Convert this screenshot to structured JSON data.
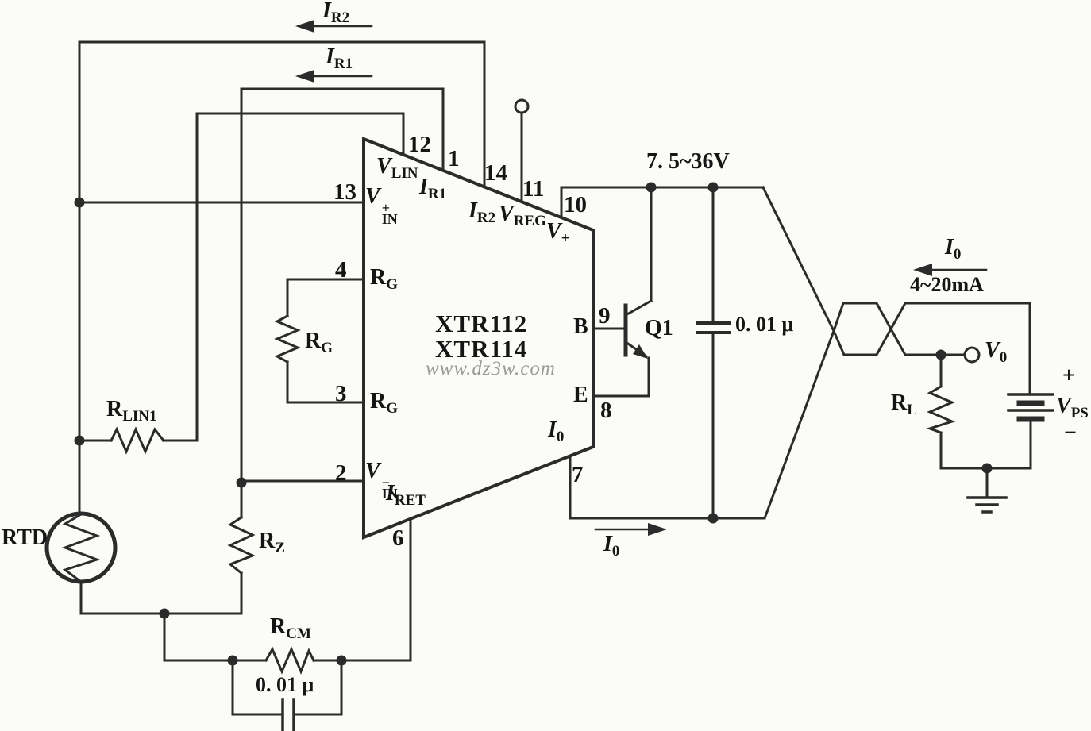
{
  "colors": {
    "wire": "#2b2b2b",
    "label": "#151515",
    "watermark": "#9a9a9a",
    "background": "#fbfbf8"
  },
  "feedback": {
    "ir2": {
      "sym": "I",
      "sub": "R2"
    },
    "ir1": {
      "sym": "I",
      "sub": "R1"
    }
  },
  "supply": {
    "range": "7. 5~36V",
    "cap_value": "0. 01 μ"
  },
  "ic": {
    "name_line1": "XTR112",
    "name_line2": "XTR114",
    "watermark": "www.dz3w.com",
    "pins": {
      "p12": {
        "num": "12",
        "sym": "V",
        "sub": "LIN"
      },
      "p1": {
        "num": "1",
        "sym": "I",
        "sub": "R1"
      },
      "p14": {
        "num": "14",
        "sym": "I",
        "sub": "R2"
      },
      "p11": {
        "num": "11",
        "sym": "V",
        "sub": "REG"
      },
      "p10": {
        "num": "10",
        "sym": "V",
        "sub": "+"
      },
      "p13": {
        "num": "13",
        "sym": "V",
        "sub": "IN",
        "sup": "+"
      },
      "p4": {
        "num": "4",
        "sym": "R",
        "sub": "G"
      },
      "p3": {
        "num": "3",
        "sym": "R",
        "sub": "G"
      },
      "p2": {
        "num": "2",
        "sym": "V",
        "sub": "IN",
        "sup": "−"
      },
      "p6": {
        "num": "6",
        "sym": "I",
        "sub": "RET"
      },
      "p7": {
        "num": "7",
        "sym": "I",
        "sub": "0"
      },
      "p9": {
        "num": "9",
        "name": "B"
      },
      "p8": {
        "num": "8",
        "name": "E"
      }
    }
  },
  "transistor": {
    "label": "Q1"
  },
  "components": {
    "rtd": {
      "label": "RTD"
    },
    "rlin1": {
      "sym": "R",
      "sub": "LIN1"
    },
    "rz": {
      "sym": "R",
      "sub": "Z"
    },
    "rg": {
      "sym": "R",
      "sub": "G"
    },
    "rcm": {
      "sym": "R",
      "sub": "CM"
    },
    "rl": {
      "sym": "R",
      "sub": "L"
    },
    "cap_bottom": "0. 01 μ"
  },
  "output": {
    "io_top": {
      "sym": "I",
      "sub": "0"
    },
    "io_range": "4~20mA",
    "io_bottom": {
      "sym": "I",
      "sub": "0"
    },
    "vo": {
      "sym": "V",
      "sub": "0"
    },
    "vps": {
      "sym": "V",
      "sub": "PS",
      "plus": "+",
      "minus": "−"
    }
  }
}
